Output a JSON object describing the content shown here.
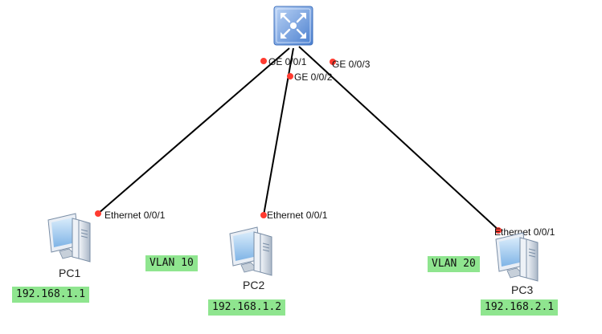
{
  "switch": {
    "name": "switch",
    "icon": "l3-switch-icon"
  },
  "switch_ports": {
    "p1": "GE 0/0/1",
    "p2": "GE 0/0/2",
    "p3": "GE 0/0/3"
  },
  "pcs": [
    {
      "name": "PC1",
      "ip": "192.168.1.1",
      "port": "Ethernet 0/0/1",
      "icon": "pc-icon"
    },
    {
      "name": "PC2",
      "ip": "192.168.1.2",
      "port": "Ethernet 0/0/1",
      "icon": "pc-icon"
    },
    {
      "name": "PC3",
      "ip": "192.168.2.1",
      "port": "Ethernet 0/0/1",
      "icon": "pc-icon"
    }
  ],
  "vlans": {
    "left": "VLAN 10",
    "right": "VLAN 20"
  },
  "colors": {
    "link": "#000000",
    "port_dot": "#ff3b30",
    "ip_bg": "#8fe58f",
    "switch": "#5b8fd6"
  }
}
